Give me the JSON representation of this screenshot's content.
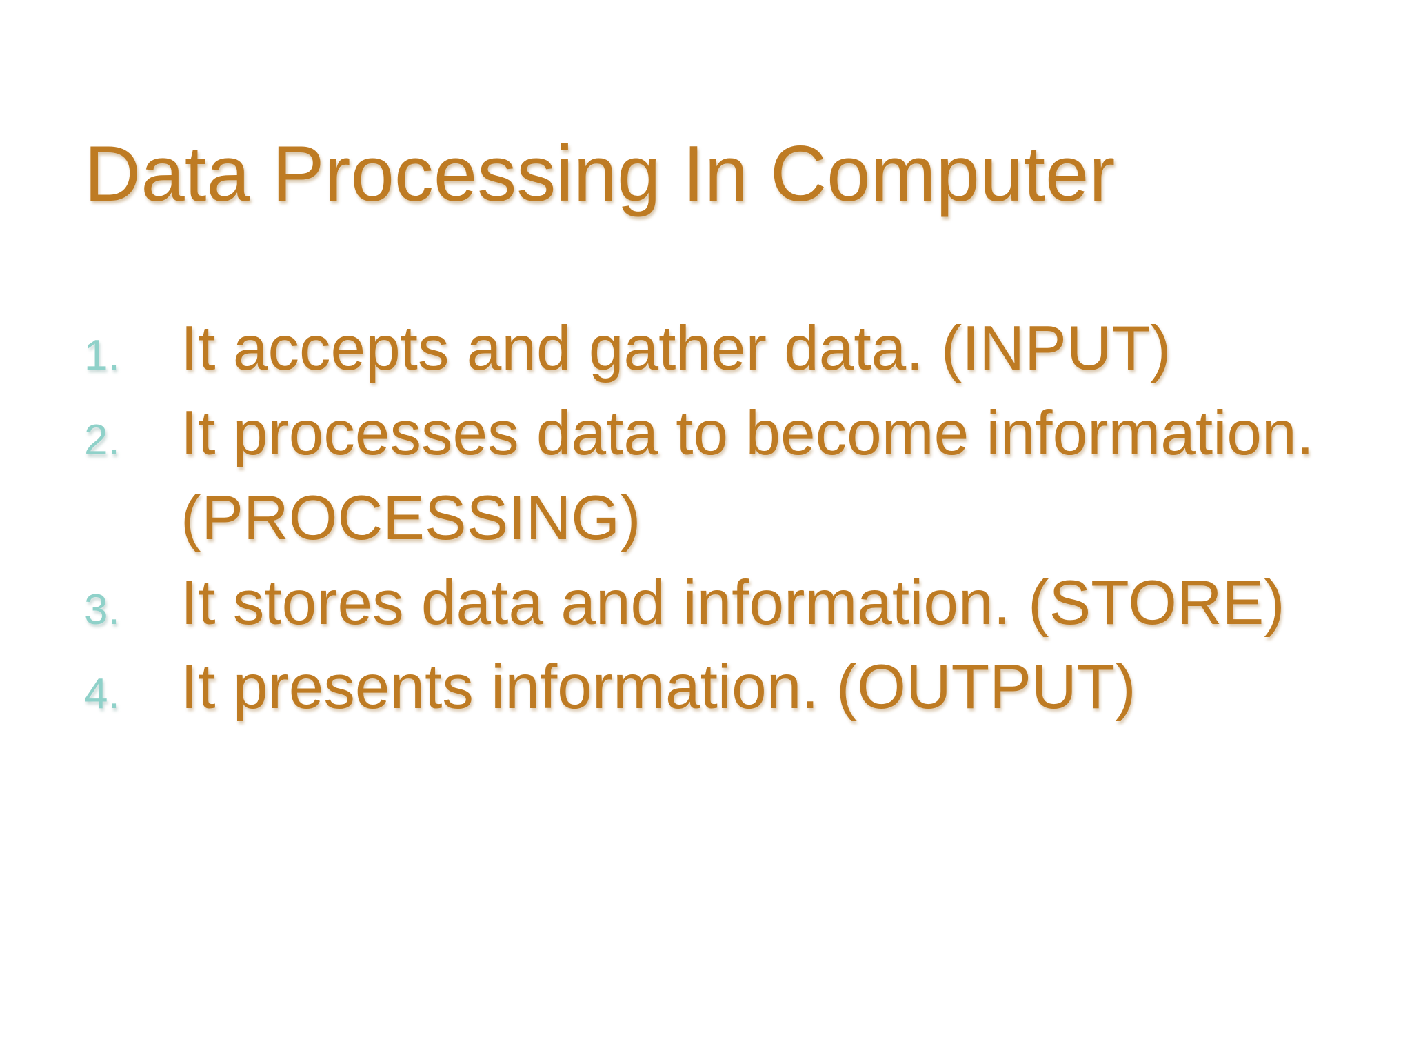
{
  "slide": {
    "title": "Data Processing In Computer",
    "items": [
      {
        "number": "1.",
        "text": "It accepts and gather data. (INPUT)"
      },
      {
        "number": "2.",
        "text": "It processes data to become information.\n(PROCESSING)"
      },
      {
        "number": "3.",
        "text": "It stores data and information. (STORE)"
      },
      {
        "number": "4.",
        "text": "It presents information. (OUTPUT)"
      }
    ],
    "colors": {
      "background": "#ffffff",
      "title": "#be7b23",
      "body": "#be7b23",
      "number": "#8fd1c9"
    }
  }
}
